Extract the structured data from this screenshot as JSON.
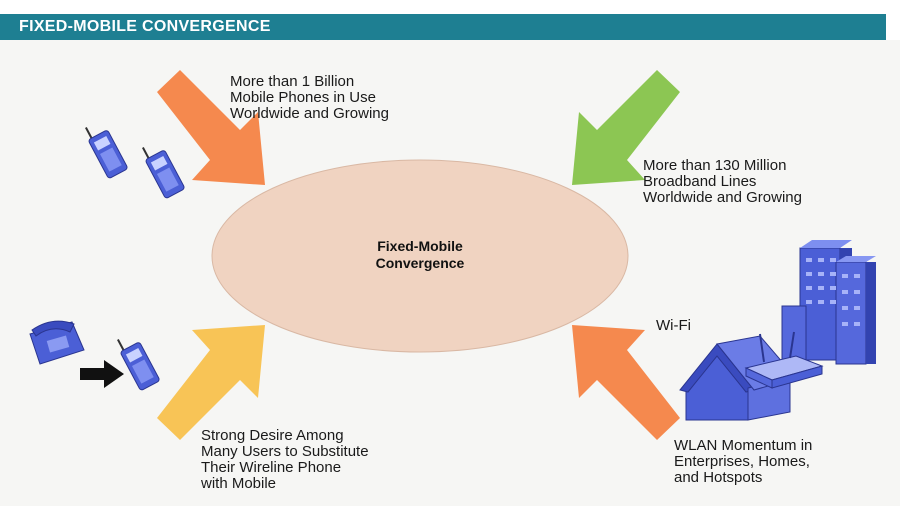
{
  "header": {
    "title": "FIXED-MOBILE CONVERGENCE"
  },
  "center": {
    "label": "Fixed-Mobile\nConvergence"
  },
  "callouts": {
    "top_left": "More than 1 Billion\nMobile Phones in Use\nWorldwide and Growing",
    "top_right": "More than 130 Million\nBroadband Lines\nWorldwide and Growing",
    "bottom_left": "Strong Desire Among\nMany Users to Substitute\nTheir Wireline Phone\nwith Mobile",
    "wifi": "Wi-Fi",
    "bottom_right": "WLAN Momentum in\nEnterprises, Homes,\nand Hotspots"
  },
  "colors": {
    "header": "#1e7f92",
    "ellipse": "#f0d3c1",
    "arrow_top_left": "#f5894e",
    "arrow_top_right": "#8cc653",
    "arrow_bottom_left": "#f8c456",
    "arrow_bottom_right": "#f5894e",
    "device_blue": "#4b5fd6"
  },
  "icons": [
    "mobile-phone-icon",
    "desk-phone-icon",
    "house-icon",
    "office-building-icon",
    "wireless-router-icon",
    "right-arrow-icon"
  ]
}
